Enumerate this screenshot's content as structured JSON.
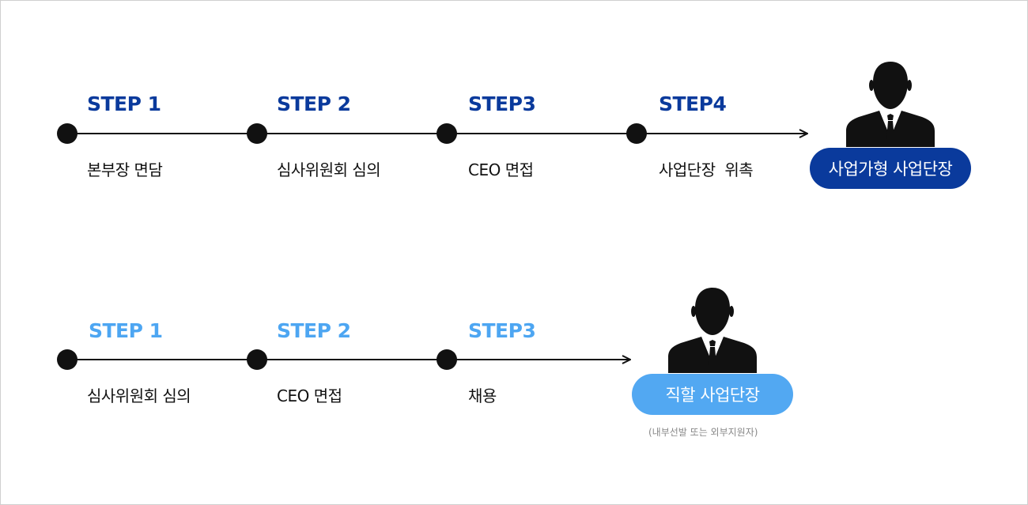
{
  "row_a": {
    "steps": [
      {
        "label": "STEP 1",
        "desc": "본부장 면담"
      },
      {
        "label": "STEP 2",
        "desc": "심사위원회 심의"
      },
      {
        "label": "STEP3",
        "desc": "CEO 면접"
      },
      {
        "label": "STEP4",
        "desc": "사업단장  위촉"
      }
    ],
    "result": "사업가형 사업단장",
    "accent": "#0a3a9c"
  },
  "row_b": {
    "steps": [
      {
        "label": "STEP 1",
        "desc": "심사위원회 심의"
      },
      {
        "label": "STEP 2",
        "desc": "CEO 면접"
      },
      {
        "label": "STEP3",
        "desc": "채용"
      }
    ],
    "result": "직할 사업단장",
    "note": "(내부선발 또는 외부지원자)",
    "accent": "#4da6f2"
  },
  "icons": {
    "person": "businessman-icon"
  }
}
